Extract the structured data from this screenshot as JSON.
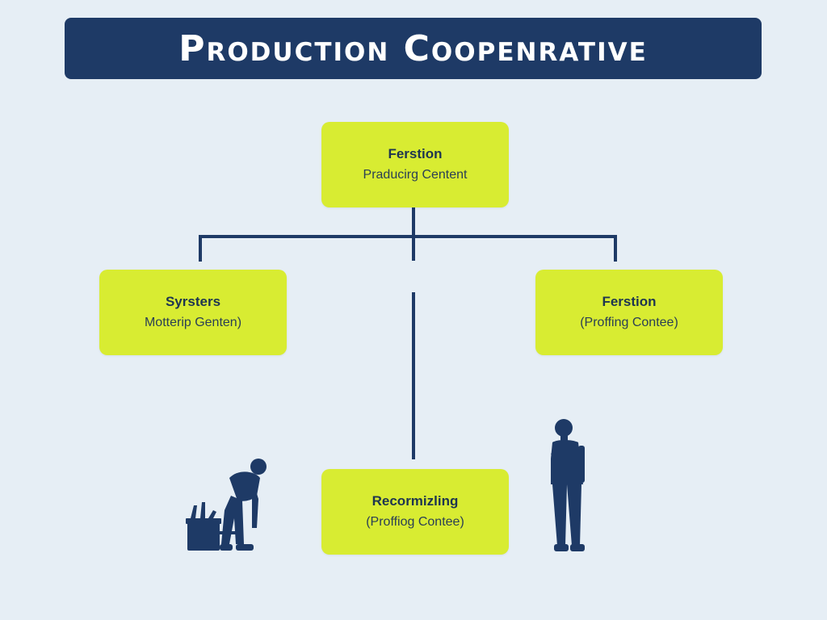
{
  "title": "Production Coopenrative",
  "colors": {
    "background": "#e6eef5",
    "banner": "#1e3a66",
    "node_fill": "#d8ec32",
    "line": "#1e3a66",
    "figure": "#1e3a66"
  },
  "nodes": {
    "top": {
      "title": "Ferstion",
      "subtitle": "Praducirg Centent"
    },
    "left": {
      "title": "Syrsters",
      "subtitle": "Motterip Genten)"
    },
    "right": {
      "title": "Ferstion",
      "subtitle": "(Proffing Contee)"
    },
    "bottom": {
      "title": "Recormizling",
      "subtitle": "(Proffiog Contee)"
    }
  },
  "figures": {
    "left": "worker-with-toolbox-icon",
    "right": "standing-person-icon"
  }
}
